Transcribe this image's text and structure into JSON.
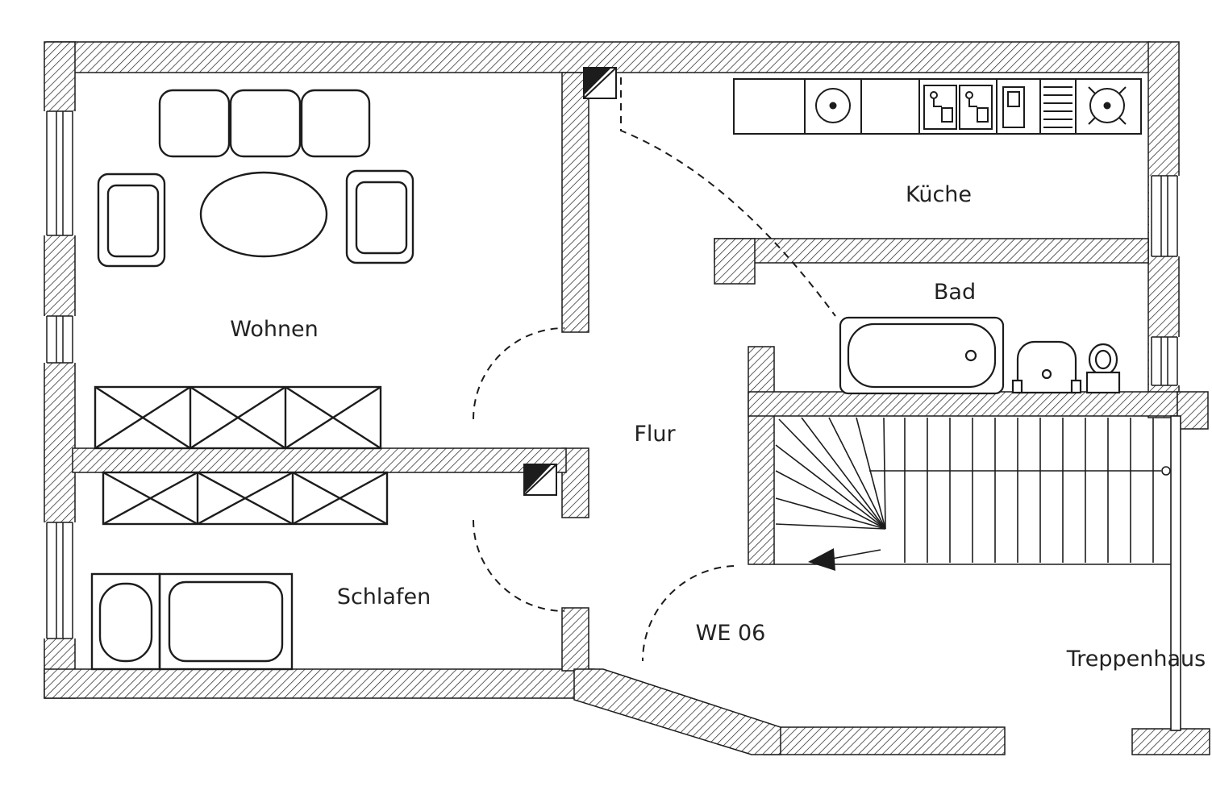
{
  "colors": {
    "line": "#1c1c1c",
    "background": "#ffffff"
  },
  "rooms": {
    "wohnen": "Wohnen",
    "kueche": "Küche",
    "bad": "Bad",
    "flur": "Flur",
    "schlafen": "Schlafen",
    "treppenhaus": "Treppenhaus"
  },
  "unit": {
    "label": "WE 06"
  }
}
